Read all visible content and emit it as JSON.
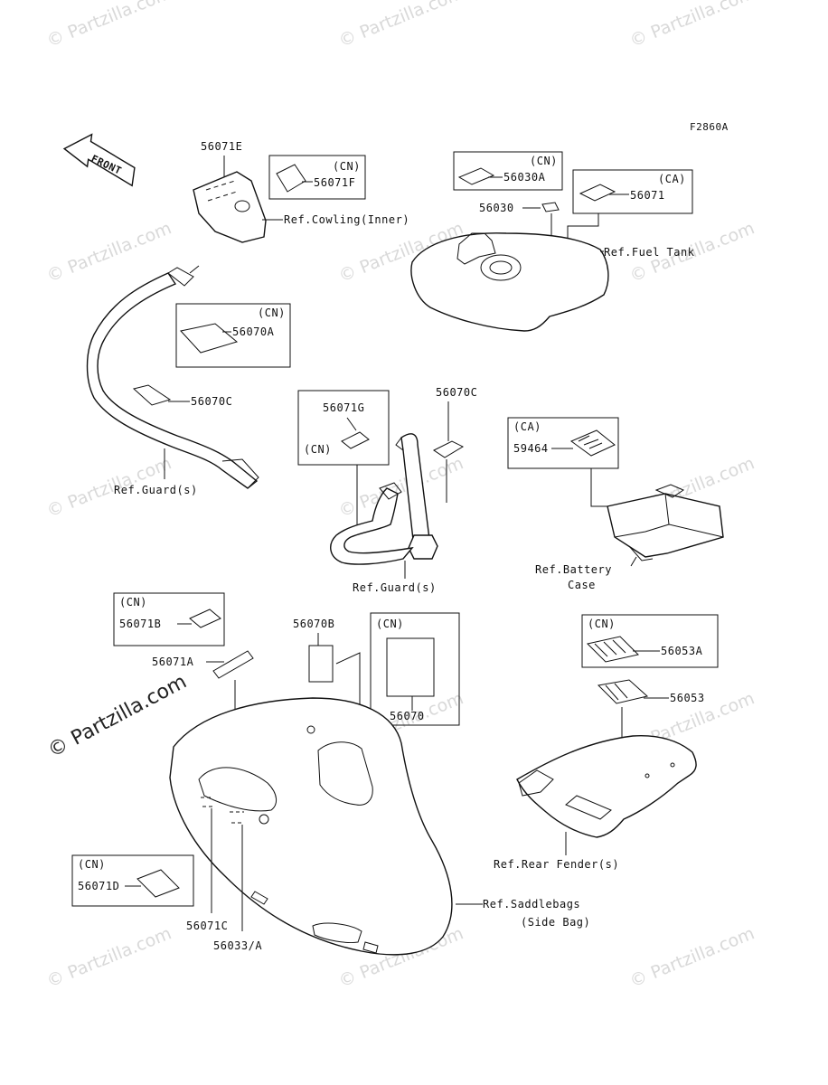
{
  "diagram_id": "F2860A",
  "front_label": "FRONT",
  "watermark": "© Partzilla.com",
  "parts": {
    "p56071E": "56071E",
    "p56071F": "56071F",
    "p56030A": "56030A",
    "p56030": "56030",
    "p56071": "56071",
    "p56070A": "56070A",
    "p56070C_left": "56070C",
    "p56071G": "56071G",
    "p56070C_center": "56070C",
    "p59464": "59464",
    "p56071B": "56071B",
    "p56071A": "56071A",
    "p56070B": "56070B",
    "p56070": "56070",
    "p56053A": "56053A",
    "p56053": "56053",
    "p56071D": "56071D",
    "p56071C": "56071C",
    "p56033A": "56033/A"
  },
  "region_tags": {
    "cn": "(CN)",
    "ca": "(CA)"
  },
  "refs": {
    "cowling": "Ref.Cowling(Inner)",
    "fuel_tank": "Ref.Fuel Tank",
    "guard_left": "Ref.Guard(s)",
    "guard_center": "Ref.Guard(s)",
    "battery_line1": "Ref.Battery",
    "battery_line2": "Case",
    "rear_fender": "Ref.Rear Fender(s)",
    "saddlebags_line1": "Ref.Saddlebags",
    "saddlebags_line2": "(Side Bag)"
  }
}
